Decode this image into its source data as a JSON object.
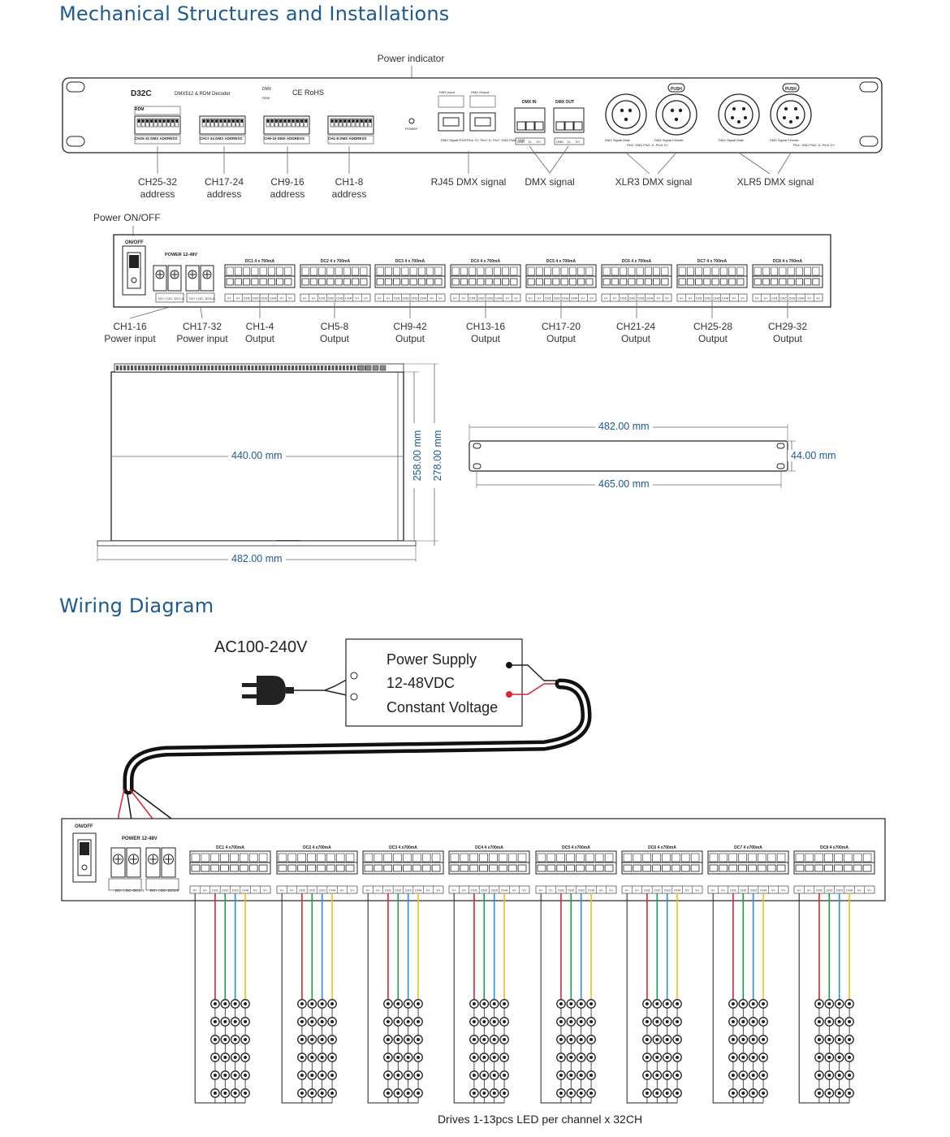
{
  "titles": {
    "mechanical": "Mechanical Structures and Installations",
    "wiring": "Wiring Diagram"
  },
  "front_panel": {
    "model": "D32C",
    "subtitle": "DMX512 & RDM Decoder",
    "dmx_logo": "DMX",
    "rdm_logo": "RDM",
    "ce_rohs": "CE RoHS",
    "rdm_label": "RDM",
    "power_led_label": "POWER",
    "power_indicator_callout": "Power indicator",
    "dip_switch_captions": [
      "CH25-32 DMX ADDRESS",
      "CH17-24 DMX ADDRESS",
      "CH9-16 DMX ADDRESS",
      "CH1-8 DMX ADDRESS"
    ],
    "dmx_in": "DMX IN",
    "dmx_out": "DMX OUT",
    "dmx_input_label": "DMX Input",
    "dmx_output_label": "DMX Output",
    "dmx_signal_rj45": "DMX Signal RJ45",
    "rj45_pins": "Pin1: D+ Pin2: D- Pin7: GND Pin8: GND",
    "xlr3_male": "DMX Signal Male",
    "xlr3_female": "DMX Signal Female",
    "xlr_pins": "Pin1: GND Pin2: D- Pin3: D+",
    "push": "PUSH",
    "terminal_pins": [
      "GND",
      "D-",
      "D+"
    ],
    "callouts": [
      {
        "line1": "CH25-32",
        "line2": "address"
      },
      {
        "line1": "CH17-24",
        "line2": "address"
      },
      {
        "line1": "CH9-16",
        "line2": "address"
      },
      {
        "line1": "CH1-8",
        "line2": "address"
      },
      {
        "line1": "RJ45 DMX signal",
        "line2": ""
      },
      {
        "line1": "DMX signal",
        "line2": ""
      },
      {
        "line1": "XLR3 DMX signal",
        "line2": ""
      },
      {
        "line1": "XLR5 DMX signal",
        "line2": ""
      }
    ]
  },
  "rear_panel": {
    "power_onoff_callout": "Power ON/OFF",
    "onoff": "ON/OFF",
    "power_label": "POWER  12-48V",
    "power_groups": [
      "DC+ | DC- DC1-4",
      "DC+ | DC- DC5-8"
    ],
    "output_groups": [
      "DC1  4 x 700mA",
      "DC2  4 x 700mA",
      "DC3  4 x 700mA",
      "DC4  4 x 700mA",
      "DC5  4 x 700mA",
      "DC6  4 x 700mA",
      "DC7  4 x 700mA",
      "DC8  4 x 700mA"
    ],
    "pin_labels": [
      "V+",
      "V+",
      "CH1",
      "CH2",
      "CH3",
      "CH4",
      "V+",
      "V+"
    ],
    "callouts": [
      {
        "line1": "CH1-16",
        "line2": "Power input"
      },
      {
        "line1": "CH17-32",
        "line2": "Power input"
      },
      {
        "line1": "CH1-4",
        "line2": "Output"
      },
      {
        "line1": "CH5-8",
        "line2": "Output"
      },
      {
        "line1": "CH9-42",
        "line2": "Output"
      },
      {
        "line1": "CH13-16",
        "line2": "Output"
      },
      {
        "line1": "CH17-20",
        "line2": "Output"
      },
      {
        "line1": "CH21-24",
        "line2": "Output"
      },
      {
        "line1": "CH25-28",
        "line2": "Output"
      },
      {
        "line1": "CH29-32",
        "line2": "Output"
      }
    ]
  },
  "dimensions": {
    "top_width": "440.00 mm",
    "top_depth_inner": "258.00 mm",
    "top_depth_outer": "278.00 mm",
    "top_total_width": "482.00 mm",
    "front_width": "482.00 mm",
    "front_height": "44.00 mm",
    "front_hole_spacing": "465.00 mm"
  },
  "wiring": {
    "ac_label": "AC100-240V",
    "psu_lines": [
      "Power Supply",
      "12-48VDC",
      "Constant Voltage"
    ],
    "onoff": "ON/OFF",
    "power_label": "POWER  12-48V",
    "power_groups": [
      "DC+ | DC- DC1-4",
      "DC+ | DC- DC5-8"
    ],
    "output_groups": [
      "DC1  4 x700mA",
      "DC2  4 x700mA",
      "DC3  4 x700mA",
      "DC4  4 x700mA",
      "DC5  4 x700mA",
      "DC6  4 x700mA",
      "DC7  4 x700mA",
      "DC8  4 x700mA"
    ],
    "pin_labels": [
      "V+",
      "V+",
      "CH1",
      "CH2",
      "CH3",
      "CH4",
      "V+",
      "V+"
    ],
    "wire_colors": [
      "#d7262e",
      "#1a9a4a",
      "#2a8fd6",
      "#e9c21c"
    ],
    "footer": "Drives 1-13pcs LED per channel x 32CH"
  }
}
